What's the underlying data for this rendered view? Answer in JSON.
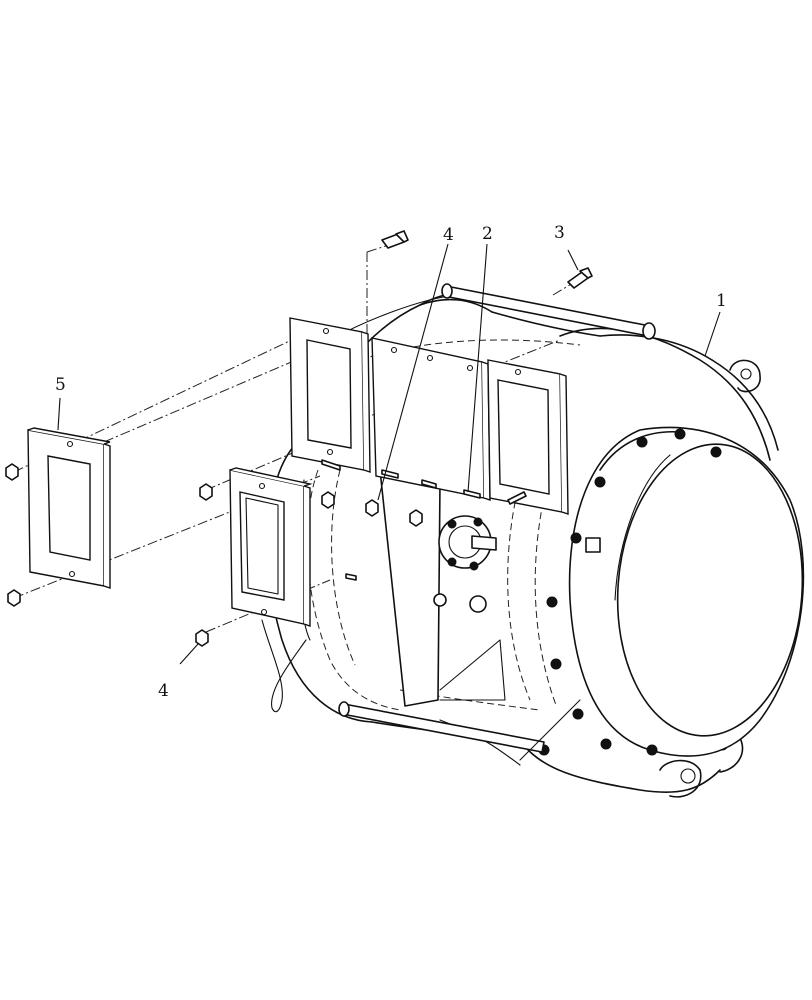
{
  "callouts": [
    {
      "id": "c1",
      "label": "1"
    },
    {
      "id": "c2",
      "label": "2"
    },
    {
      "id": "c3",
      "label": "3"
    },
    {
      "id": "c4a",
      "label": "4"
    },
    {
      "id": "c4b",
      "label": "4"
    },
    {
      "id": "c5",
      "label": "5"
    }
  ]
}
